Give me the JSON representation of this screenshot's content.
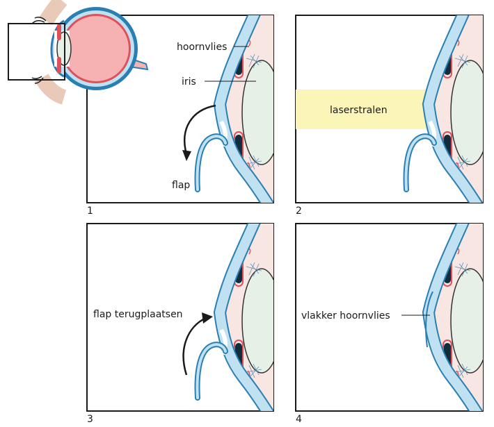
{
  "colors": {
    "cornea": "#bfe1f2",
    "cornea_edge": "#2a7fb2",
    "lens": "#e6f0e7",
    "iris_tissue": "#f3d8d4",
    "iris_edge": "#e0505a",
    "iris_dark": "#0f2d3c",
    "eyeball": "#f6b2b2",
    "laser": "#fbf6b8",
    "frame": "#1a1a1a"
  },
  "panels": [
    {
      "number": "1",
      "labels": {
        "cornea": "hoornvlies",
        "iris": "iris",
        "flap": "flap"
      }
    },
    {
      "number": "2",
      "labels": {
        "laser": "laserstralen"
      }
    },
    {
      "number": "3",
      "labels": {
        "flap_return": "flap terugplaatsen"
      }
    },
    {
      "number": "4",
      "labels": {
        "flatter_cornea": "vlakker hoornvlies"
      }
    }
  ]
}
